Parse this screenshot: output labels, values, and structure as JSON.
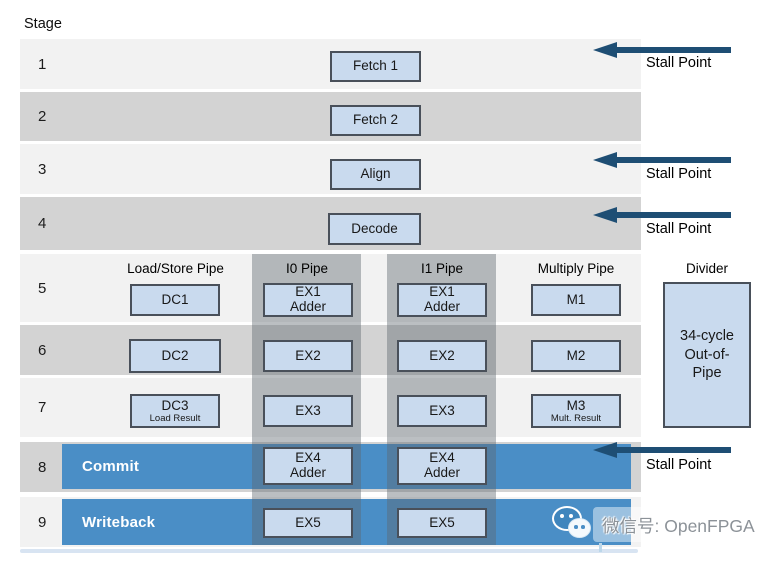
{
  "stage_header": "Stage",
  "rows": [
    {
      "stage": "1"
    },
    {
      "stage": "2"
    },
    {
      "stage": "3"
    },
    {
      "stage": "4"
    },
    {
      "stage": "5"
    },
    {
      "stage": "6"
    },
    {
      "stage": "7"
    },
    {
      "stage": "8"
    },
    {
      "stage": "9"
    }
  ],
  "pipes": {
    "load_store": "Load/Store Pipe",
    "i0": "I0 Pipe",
    "i1": "I1 Pipe",
    "multiply": "Multiply Pipe",
    "divider": "Divider"
  },
  "boxes": {
    "fetch1": "Fetch 1",
    "fetch2": "Fetch 2",
    "align": "Align",
    "decode": "Decode",
    "dc1": "DC1",
    "dc2": "DC2",
    "dc3": "DC3",
    "dc3_sub": "Load Result",
    "ex1": "EX1\nAdder",
    "ex2": "EX2",
    "ex3": "EX3",
    "ex4": "EX4\nAdder",
    "ex5": "EX5",
    "m1": "M1",
    "m2": "M2",
    "m3": "M3",
    "m3_sub": "Mult. Result",
    "divider_box": "34-cycle\nOut-of-\nPipe"
  },
  "bands": {
    "commit": "Commit",
    "writeback": "Writeback"
  },
  "stall_points": {
    "label": "Stall Point",
    "at_stages": [
      1,
      3,
      4,
      8
    ]
  },
  "watermark": {
    "text": "微信号: OpenFPGA",
    "icon": "wechat-icon"
  },
  "colors": {
    "row_light": "#f2f2f2",
    "row_dark": "#d3d3d3",
    "band_blue": "#4a8ec6",
    "box_fill": "#c9daee",
    "box_border": "#49505a",
    "arrow": "#1e4e74",
    "pipe_overlay": "rgba(92,102,110,0.42)",
    "stall_text": "#000000",
    "bottom_line": "#d8e4f2",
    "watermark_text": "#8c9298"
  }
}
